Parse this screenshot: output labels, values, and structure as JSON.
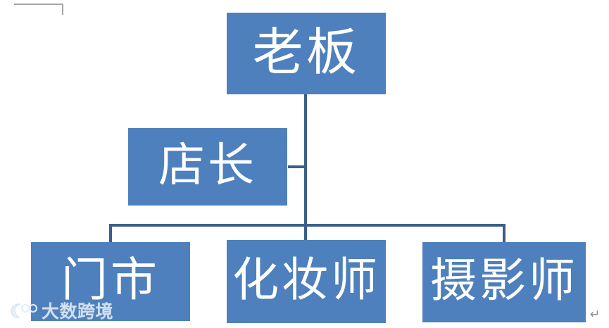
{
  "document": {
    "background_color": "#ffffff",
    "margin_marker_color": "#a6a6a6",
    "paragraph_mark": "↵"
  },
  "theme": {
    "node_fill": "#4e80bd",
    "node_text_color": "#ffffff",
    "connector_color": "#3a5f8a"
  },
  "chart_data": {
    "type": "diagram",
    "diagram_type": "organization-chart",
    "title": "",
    "nodes": [
      {
        "id": "boss",
        "label": "老板",
        "level": 0
      },
      {
        "id": "manager",
        "label": "店长",
        "level": 1
      },
      {
        "id": "storefront",
        "label": "门市",
        "level": 2
      },
      {
        "id": "makeup",
        "label": "化妆师",
        "level": 2
      },
      {
        "id": "photo",
        "label": "摄影师",
        "level": 2
      }
    ],
    "edges": [
      {
        "from": "boss",
        "to": "manager"
      },
      {
        "from": "manager",
        "to": "storefront"
      },
      {
        "from": "manager",
        "to": "makeup"
      },
      {
        "from": "manager",
        "to": "photo"
      }
    ]
  },
  "org": {
    "boss": {
      "label": "老板"
    },
    "manager": {
      "label": "店长"
    },
    "storefront": {
      "label": "门市"
    },
    "makeup": {
      "label": "化妆师"
    },
    "photo": {
      "label": "摄影师"
    }
  },
  "watermark": {
    "text": "大数跨境",
    "icon": "logo-icon",
    "color": "#dfe8f3"
  }
}
